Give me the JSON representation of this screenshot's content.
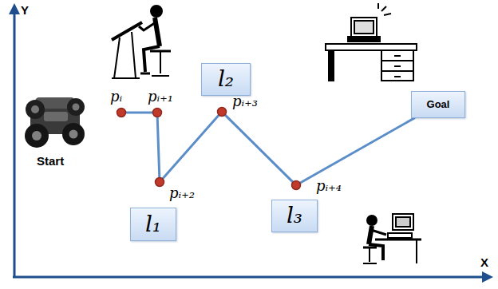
{
  "diagram": {
    "nodes": [
      {
        "text": [
          "pᵢ"
        ]
      },
      {
        "text": [
          "pᵢ₊₁"
        ]
      },
      {
        "text": [
          "pᵢ₊₂"
        ]
      },
      {
        "text": [
          "pᵢ₊₃"
        ]
      },
      {
        "text": [
          "pᵢ₊₄"
        ]
      },
      {
        "text": [
          "Goal"
        ]
      },
      {
        "text": [
          "l₁"
        ]
      },
      {
        "text": [
          "l₂"
        ]
      },
      {
        "text": [
          "l₃"
        ]
      }
    ],
    "edges": [
      {
        "from": 0,
        "to": 1,
        "arrow": "none"
      },
      {
        "from": 1,
        "to": 2,
        "arrow": "none"
      },
      {
        "from": 2,
        "to": 3,
        "arrow": "none"
      },
      {
        "from": 3,
        "to": 4,
        "arrow": "none"
      },
      {
        "from": 4,
        "to": 5,
        "arrow": "none"
      }
    ],
    "labels": [
      "Y",
      "X",
      "Start"
    ]
  }
}
